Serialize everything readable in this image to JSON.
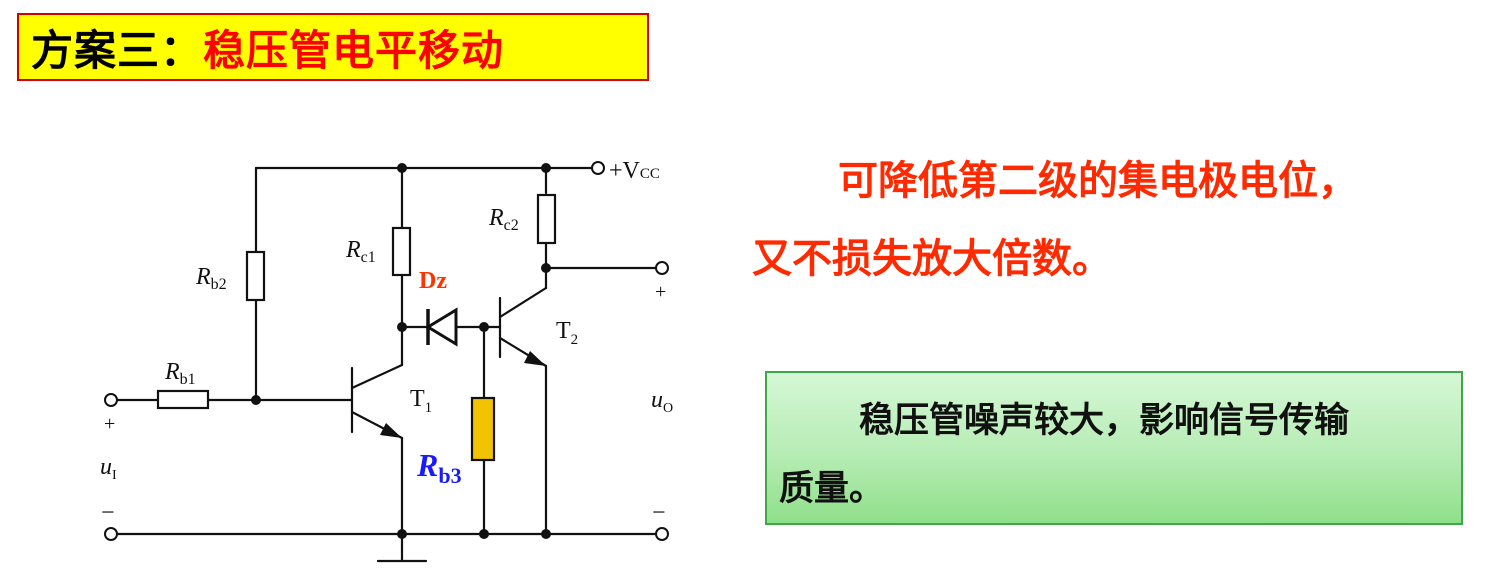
{
  "title": {
    "prefix": "方案三：",
    "main": "稳压管电平移动"
  },
  "colors": {
    "title_bg": "#ffff00",
    "title_border": "#d40000",
    "title_main": "#ff0000",
    "desc_text": "#ff2a00",
    "dz_label": "#ff3300",
    "rb3_label": "#1a1aff",
    "rb3_fill": "#f2c300",
    "note_border": "#3fa64b"
  },
  "circuit": {
    "vcc_label": "+V",
    "vcc_sub": "CC",
    "rb1": {
      "main": "R",
      "sub": "b1"
    },
    "rb2": {
      "main": "R",
      "sub": "b2"
    },
    "rc1": {
      "main": "R",
      "sub": "c1"
    },
    "rc2": {
      "main": "R",
      "sub": "c2"
    },
    "rb3": {
      "main": "R",
      "sub": "b3"
    },
    "dz": "Dz",
    "t1": {
      "main": "T",
      "sub": "1"
    },
    "t2": {
      "main": "T",
      "sub": "2"
    },
    "ui": {
      "main": "u",
      "sub": "I"
    },
    "uo": {
      "main": "u",
      "sub": "O"
    },
    "plus": "+",
    "minus": "−"
  },
  "description": {
    "line1": "可降低第二级的集电极电位，",
    "line2": "又不损失放大倍数。"
  },
  "note": {
    "line1": "稳压管噪声较大，影响信号传输",
    "line2": "质量。"
  }
}
